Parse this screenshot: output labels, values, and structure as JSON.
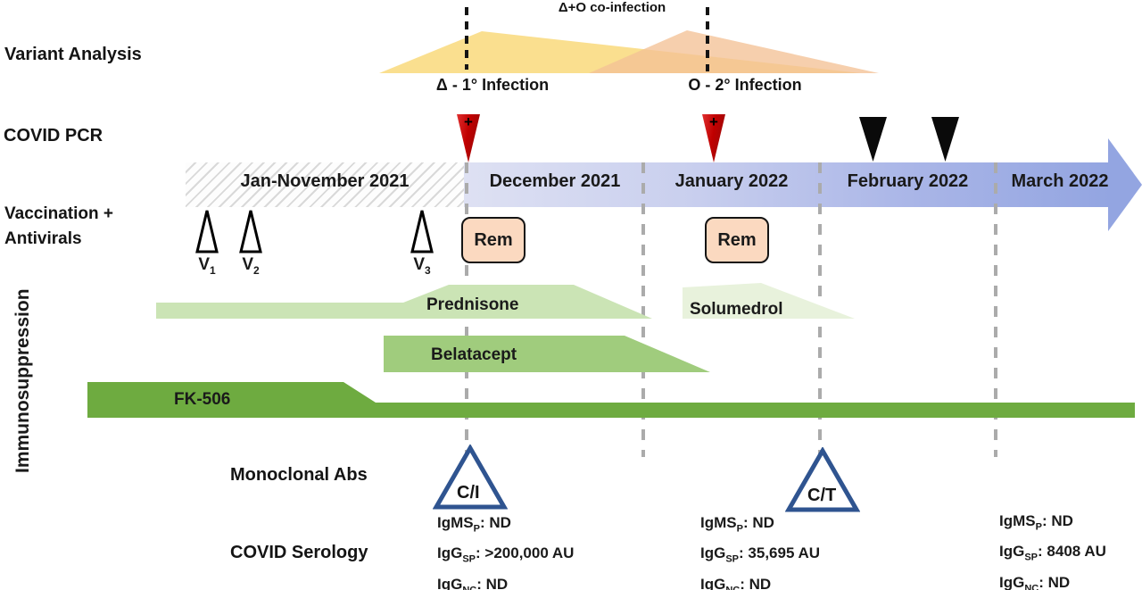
{
  "row_labels": {
    "variant_analysis": "Variant Analysis",
    "covid_pcr": "COVID PCR",
    "vaccination_line1": "Vaccination +",
    "vaccination_line2": "Antivirals",
    "immunosuppression": "Immunosuppression",
    "monoclonal_abs": "Monoclonal Abs",
    "covid_serology": "COVID Serology"
  },
  "variant_analysis": {
    "coinfection_label": "Δ+O co-infection",
    "delta_infection_label": "Δ - 1° Infection",
    "omicron_infection_label": "O - 2° Infection",
    "delta_wave_color": "#F8D364",
    "omicron_wave_color": "#F3C196"
  },
  "pcr_markers": [
    {
      "result": "positive",
      "symbol": "+",
      "color": "#C00000"
    },
    {
      "result": "positive",
      "symbol": "+",
      "color": "#C00000"
    },
    {
      "result": "test",
      "symbol": "",
      "color": "#0A0A0A"
    },
    {
      "result": "test",
      "symbol": "",
      "color": "#0A0A0A"
    }
  ],
  "timeline": {
    "segments": [
      {
        "label": "Jan-November 2021",
        "style": "hatched"
      },
      {
        "label": "December 2021",
        "style": "blue"
      },
      {
        "label": "January 2022",
        "style": "blue"
      },
      {
        "label": "February 2022",
        "style": "blue"
      },
      {
        "label": "March 2022",
        "style": "blue"
      }
    ],
    "bar_color_start": "#DEE1F3",
    "bar_color_end": "#93A5E1"
  },
  "vaccinations": [
    {
      "name": "V",
      "sub": "1"
    },
    {
      "name": "V",
      "sub": "2"
    },
    {
      "name": "V",
      "sub": "3"
    }
  ],
  "antivirals": [
    {
      "label": "Rem"
    },
    {
      "label": "Rem"
    }
  ],
  "immunosuppression_drugs": [
    {
      "name": "Prednisone",
      "color": "#CBE4B5"
    },
    {
      "name": "Belatacept",
      "color": "#A0CC7D"
    },
    {
      "name": "FK-506",
      "color": "#6EAB40"
    },
    {
      "name": "Solumedrol",
      "color": "#E8F2DC"
    }
  ],
  "monoclonal_antibodies": [
    {
      "label": "C/I"
    },
    {
      "label": "C/T"
    }
  ],
  "serology_panels": [
    {
      "lines": [
        {
          "name": "IgMS",
          "sub": "P",
          "value": ": ND"
        },
        {
          "name": "IgG",
          "sub": "SP",
          "value": ": >200,000 AU"
        },
        {
          "name": "IgG",
          "sub": "NC",
          "value": ": ND"
        }
      ]
    },
    {
      "lines": [
        {
          "name": "IgMS",
          "sub": "P",
          "value": ": ND"
        },
        {
          "name": "IgG",
          "sub": "SP",
          "value": ": 35,695 AU"
        },
        {
          "name": "IgG",
          "sub": "NC",
          "value": ": ND"
        }
      ]
    },
    {
      "lines": [
        {
          "name": "IgMS",
          "sub": "P",
          "value": ": ND"
        },
        {
          "name": "IgG",
          "sub": "SP",
          "value": ": 8408 AU"
        },
        {
          "name": "IgG",
          "sub": "NC",
          "value": ": ND"
        }
      ]
    }
  ]
}
